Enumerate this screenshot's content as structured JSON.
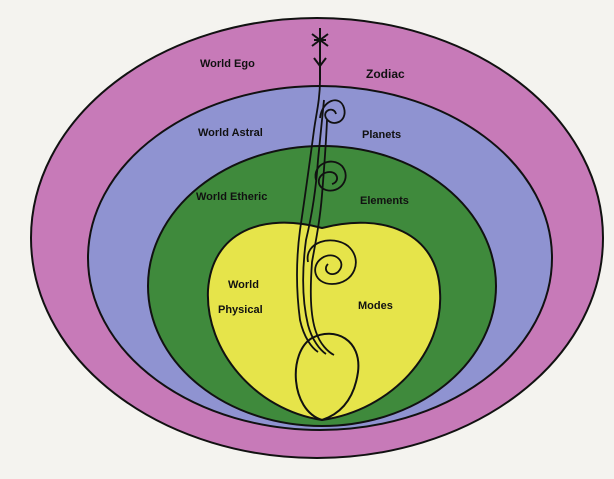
{
  "diagram": {
    "rings": [
      {
        "id": "outer",
        "left_label": "World Ego",
        "right_label": "Zodiac",
        "fill": "#c77ab8"
      },
      {
        "id": "second",
        "left_label": "World Astral",
        "right_label": "Planets",
        "fill": "#8f93d1"
      },
      {
        "id": "third",
        "left_label": "World Etheric",
        "right_label": "Elements",
        "fill": "#3f8a3c"
      },
      {
        "id": "inner",
        "left_label_line1": "World",
        "left_label_line2": "Physical",
        "right_label": "Modes",
        "fill": "#e6e44a"
      }
    ],
    "colors": {
      "outline": "#111111",
      "background": "#f4f3ef"
    },
    "icons": {
      "top": "star-arrow-icon",
      "spirals": "spiral-icon",
      "seed": "seed-icon"
    }
  }
}
